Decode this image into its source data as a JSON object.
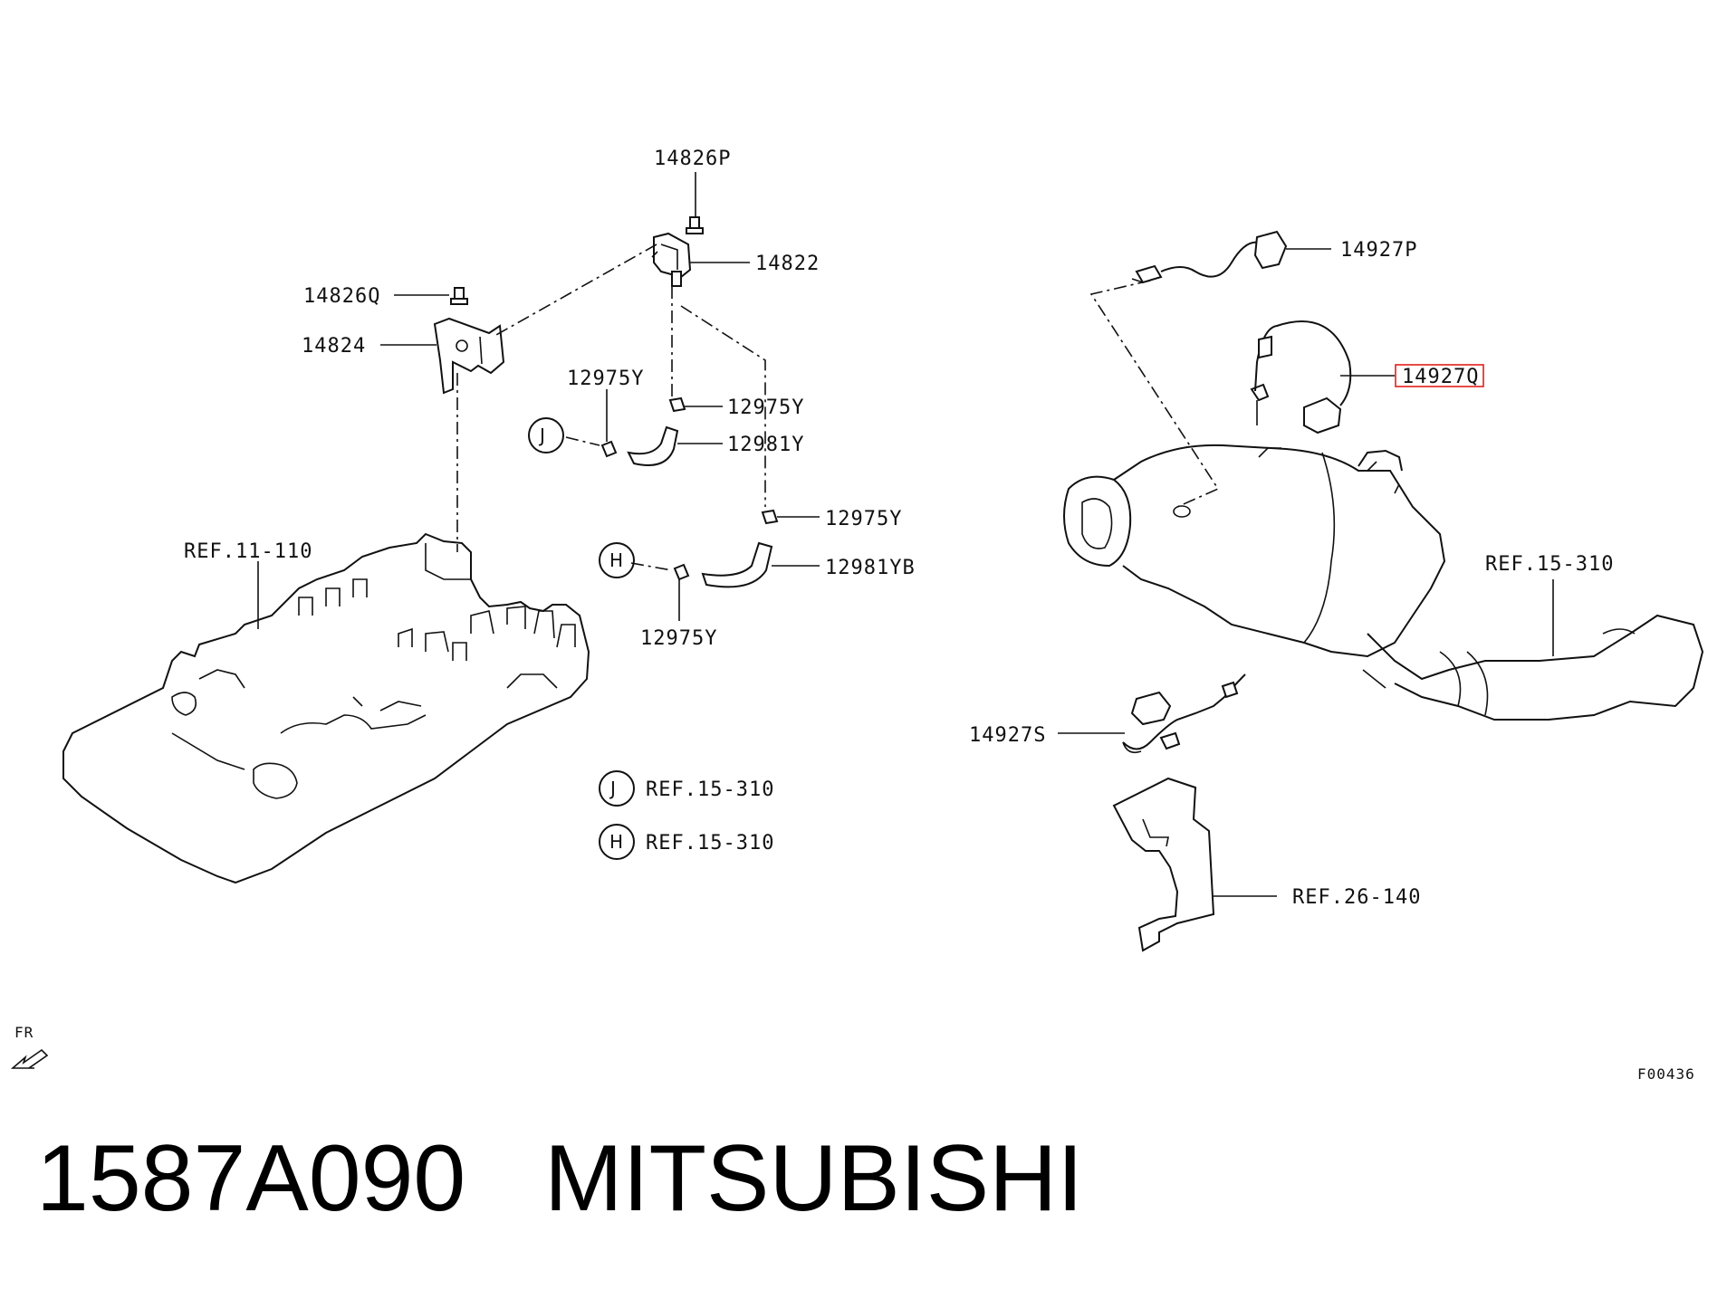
{
  "labels": {
    "p14826P": "14826P",
    "p14822": "14822",
    "p14826Q": "14826Q",
    "p14824": "14824",
    "p12975Y_a": "12975Y",
    "p12975Y_b": "12975Y",
    "p12981Y": "12981Y",
    "p12975Y_c": "12975Y",
    "p12981YB": "12981YB",
    "p12975Y_d": "12975Y",
    "ref_11_110": "REF.11-110",
    "p14927P": "14927P",
    "p14927Q": "14927Q",
    "ref_15_310_main": "REF.15-310",
    "p14927S": "14927S",
    "ref_26_140": "REF.26-140",
    "fr": "FR",
    "fig_code": "F00436"
  },
  "legend": [
    {
      "letter": "J",
      "ref": "REF.15-310"
    },
    {
      "letter": "H",
      "ref": "REF.15-310"
    }
  ],
  "callouts": {
    "J": "J",
    "H": "H"
  },
  "highlight_color": "#e0201c",
  "footer": {
    "part_number": "1587A090",
    "brand": "MITSUBISHI"
  }
}
